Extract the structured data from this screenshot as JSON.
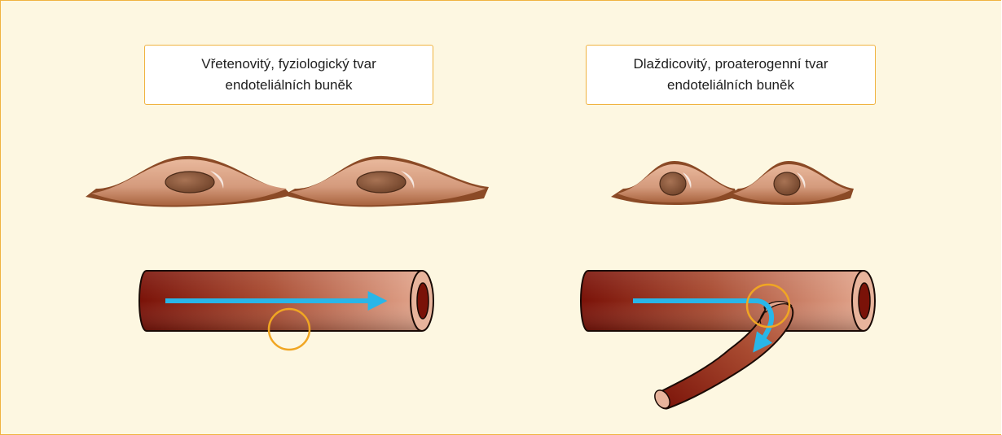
{
  "left_panel": {
    "caption_line1": "Vřetenovitý, fyziologický tvar",
    "caption_line2": "endoteliálních buněk"
  },
  "right_panel": {
    "caption_line1": "Dlaždicovitý, proaterogenní tvar",
    "caption_line2": "endoteliálních buněk"
  },
  "colors": {
    "background": "#fdf7e1",
    "border": "#f0b340",
    "flow_arrow": "#29b6e8",
    "highlight_circle": "#f0a623",
    "vessel_dark": "#7a1208",
    "vessel_light": "#e0a188",
    "cell_body": "#d9a285",
    "cell_nucleus": "#8e5c40"
  }
}
